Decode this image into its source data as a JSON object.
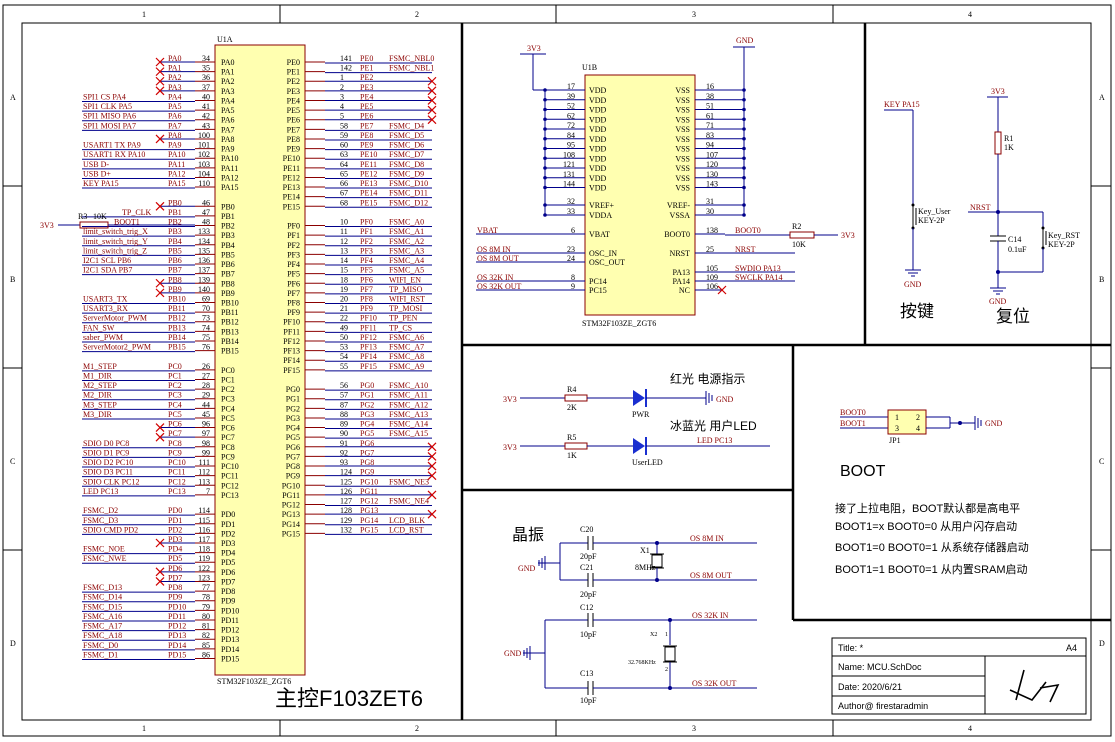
{
  "border": {
    "col_labels": [
      "1",
      "2",
      "3",
      "4"
    ],
    "row_labels": [
      "A",
      "B",
      "C",
      "D"
    ]
  },
  "u1a": {
    "ref": "U1A",
    "part": "STM32F103ZE_ZGT6",
    "title": "主控F103ZET6",
    "left_pins": [
      {
        "name": "PA0",
        "num": "34",
        "net": "",
        "nc": true
      },
      {
        "name": "PA1",
        "num": "35",
        "net": "",
        "nc": true
      },
      {
        "name": "PA2",
        "num": "36",
        "net": "",
        "nc": true
      },
      {
        "name": "PA3",
        "num": "37",
        "net": "",
        "nc": true
      },
      {
        "name": "PA4",
        "num": "40",
        "net": "SPI1 CS PA4",
        "nc": false
      },
      {
        "name": "PA5",
        "num": "41",
        "net": "SPI1 CLK PA5",
        "nc": false
      },
      {
        "name": "PA6",
        "num": "42",
        "net": "SPI1 MISO PA6",
        "nc": false
      },
      {
        "name": "PA7",
        "num": "43",
        "net": "SPI1 MOSI PA7",
        "nc": false
      },
      {
        "name": "PA8",
        "num": "100",
        "net": "",
        "nc": true
      },
      {
        "name": "PA9",
        "num": "101",
        "net": "USART1 TX PA9",
        "nc": false
      },
      {
        "name": "PA10",
        "num": "102",
        "net": "USART1 RX PA10",
        "nc": false
      },
      {
        "name": "PA11",
        "num": "103",
        "net": "USB D-",
        "nc": false
      },
      {
        "name": "PA12",
        "num": "104",
        "net": "USB D+",
        "nc": false
      },
      {
        "name": "PA15",
        "num": "110",
        "net": "KEY PA15",
        "nc": false
      },
      {
        "name": "",
        "num": "",
        "net": "",
        "nc": false
      },
      {
        "name": "PB0",
        "num": "46",
        "net": "",
        "nc": true
      },
      {
        "name": "PB1",
        "num": "47",
        "net": "TP_CLK",
        "nc": false
      },
      {
        "name": "PB2",
        "num": "48",
        "net": "BOOT1",
        "nc": false
      },
      {
        "name": "PB3",
        "num": "133",
        "net": "limit_switch_trig_X",
        "nc": false
      },
      {
        "name": "PB4",
        "num": "134",
        "net": "limit_switch_trig_Y",
        "nc": false
      },
      {
        "name": "PB5",
        "num": "135",
        "net": "limit_switch_trig_Z",
        "nc": false
      },
      {
        "name": "PB6",
        "num": "136",
        "net": "I2C1 SCL PB6",
        "nc": false
      },
      {
        "name": "PB7",
        "num": "137",
        "net": "I2C1 SDA PB7",
        "nc": false
      },
      {
        "name": "PB8",
        "num": "139",
        "net": "",
        "nc": true
      },
      {
        "name": "PB9",
        "num": "140",
        "net": "",
        "nc": true
      },
      {
        "name": "PB10",
        "num": "69",
        "net": "USART3_TX",
        "nc": false
      },
      {
        "name": "PB11",
        "num": "70",
        "net": "USART3_RX",
        "nc": false
      },
      {
        "name": "PB12",
        "num": "73",
        "net": "ServerMotor_PWM",
        "nc": false
      },
      {
        "name": "PB13",
        "num": "74",
        "net": "FAN_SW",
        "nc": false
      },
      {
        "name": "PB14",
        "num": "75",
        "net": "saber_PWM",
        "nc": false
      },
      {
        "name": "PB15",
        "num": "76",
        "net": "ServerMotor2_PWM",
        "nc": false
      },
      {
        "name": "",
        "num": "",
        "net": "",
        "nc": false
      },
      {
        "name": "PC0",
        "num": "26",
        "net": "M1_STEP",
        "nc": false
      },
      {
        "name": "PC1",
        "num": "27",
        "net": "M1_DIR",
        "nc": false
      },
      {
        "name": "PC2",
        "num": "28",
        "net": "M2_STEP",
        "nc": false
      },
      {
        "name": "PC3",
        "num": "29",
        "net": "M2_DIR",
        "nc": false
      },
      {
        "name": "PC4",
        "num": "44",
        "net": "M3_STEP",
        "nc": false
      },
      {
        "name": "PC5",
        "num": "45",
        "net": "M3_DIR",
        "nc": false
      },
      {
        "name": "PC6",
        "num": "96",
        "net": "",
        "nc": true
      },
      {
        "name": "PC7",
        "num": "97",
        "net": "",
        "nc": true
      },
      {
        "name": "PC8",
        "num": "98",
        "net": "SDIO D0 PC8",
        "nc": false
      },
      {
        "name": "PC9",
        "num": "99",
        "net": "SDIO D1 PC9",
        "nc": false
      },
      {
        "name": "PC10",
        "num": "111",
        "net": "SDIO D2 PC10",
        "nc": false
      },
      {
        "name": "PC11",
        "num": "112",
        "net": "SDIO D3 PC11",
        "nc": false
      },
      {
        "name": "PC12",
        "num": "113",
        "net": "SDIO CLK PC12",
        "nc": false
      },
      {
        "name": "PC13",
        "num": "7",
        "net": "LED PC13",
        "nc": false
      },
      {
        "name": "",
        "num": "",
        "net": "",
        "nc": false
      },
      {
        "name": "PD0",
        "num": "114",
        "net": "FSMC_D2",
        "nc": false
      },
      {
        "name": "PD1",
        "num": "115",
        "net": "FSMC_D3",
        "nc": false
      },
      {
        "name": "PD2",
        "num": "116",
        "net": "SDIO CMD PD2",
        "nc": false
      },
      {
        "name": "PD3",
        "num": "117",
        "net": "",
        "nc": true
      },
      {
        "name": "PD4",
        "num": "118",
        "net": "FSMC_NOE",
        "nc": false
      },
      {
        "name": "PD5",
        "num": "119",
        "net": "FSMC_NWE",
        "nc": false
      },
      {
        "name": "PD6",
        "num": "122",
        "net": "",
        "nc": true
      },
      {
        "name": "PD7",
        "num": "123",
        "net": "",
        "nc": true
      },
      {
        "name": "PD8",
        "num": "77",
        "net": "FSMC_D13",
        "nc": false
      },
      {
        "name": "PD9",
        "num": "78",
        "net": "FSMC_D14",
        "nc": false
      },
      {
        "name": "PD10",
        "num": "79",
        "net": "FSMC_D15",
        "nc": false
      },
      {
        "name": "PD11",
        "num": "80",
        "net": "FSMC_A16",
        "nc": false
      },
      {
        "name": "PD12",
        "num": "81",
        "net": "FSMC_A17",
        "nc": false
      },
      {
        "name": "PD13",
        "num": "82",
        "net": "FSMC_A18",
        "nc": false
      },
      {
        "name": "PD14",
        "num": "85",
        "net": "FSMC_D0",
        "nc": false
      },
      {
        "name": "PD15",
        "num": "86",
        "net": "FSMC_D1",
        "nc": false
      }
    ],
    "right_pins": [
      {
        "name": "PE0",
        "num": "141",
        "sig": "PE0",
        "net": "FSMC_NBL0",
        "nc": false
      },
      {
        "name": "PE1",
        "num": "142",
        "sig": "PE1",
        "net": "FSMC_NBL1",
        "nc": false
      },
      {
        "name": "PE2",
        "num": "1",
        "sig": "PE2",
        "net": "",
        "nc": true
      },
      {
        "name": "PE3",
        "num": "2",
        "sig": "PE3",
        "net": "",
        "nc": true
      },
      {
        "name": "PE4",
        "num": "3",
        "sig": "PE4",
        "net": "",
        "nc": true
      },
      {
        "name": "PE5",
        "num": "4",
        "sig": "PE5",
        "net": "",
        "nc": true
      },
      {
        "name": "PE6",
        "num": "5",
        "sig": "PE6",
        "net": "",
        "nc": true
      },
      {
        "name": "PE7",
        "num": "58",
        "sig": "PE7",
        "net": "FSMC_D4",
        "nc": false
      },
      {
        "name": "PE8",
        "num": "59",
        "sig": "PE8",
        "net": "FSMC_D5",
        "nc": false
      },
      {
        "name": "PE9",
        "num": "60",
        "sig": "PE9",
        "net": "FSMC_D6",
        "nc": false
      },
      {
        "name": "PE10",
        "num": "63",
        "sig": "PE10",
        "net": "FSMC_D7",
        "nc": false
      },
      {
        "name": "PE11",
        "num": "64",
        "sig": "PE11",
        "net": "FSMC_D8",
        "nc": false
      },
      {
        "name": "PE12",
        "num": "65",
        "sig": "PE12",
        "net": "FSMC_D9",
        "nc": false
      },
      {
        "name": "PE13",
        "num": "66",
        "sig": "PE13",
        "net": "FSMC_D10",
        "nc": false
      },
      {
        "name": "PE14",
        "num": "67",
        "sig": "PE14",
        "net": "FSMC_D11",
        "nc": false
      },
      {
        "name": "PE15",
        "num": "68",
        "sig": "PE15",
        "net": "FSMC_D12",
        "nc": false
      },
      {
        "name": "",
        "num": "",
        "sig": "",
        "net": "",
        "nc": false
      },
      {
        "name": "PF0",
        "num": "10",
        "sig": "PF0",
        "net": "FSMC_A0",
        "nc": false
      },
      {
        "name": "PF1",
        "num": "11",
        "sig": "PF1",
        "net": "FSMC_A1",
        "nc": false
      },
      {
        "name": "PF2",
        "num": "12",
        "sig": "PF2",
        "net": "FSMC_A2",
        "nc": false
      },
      {
        "name": "PF3",
        "num": "13",
        "sig": "PF3",
        "net": "FSMC_A3",
        "nc": false
      },
      {
        "name": "PF4",
        "num": "14",
        "sig": "PF4",
        "net": "FSMC_A4",
        "nc": false
      },
      {
        "name": "PF5",
        "num": "15",
        "sig": "PF5",
        "net": "FSMC_A5",
        "nc": false
      },
      {
        "name": "PF6",
        "num": "18",
        "sig": "PF6",
        "net": "WIFI_EN",
        "nc": false
      },
      {
        "name": "PF7",
        "num": "19",
        "sig": "PF7",
        "net": "TP_MISO",
        "nc": false
      },
      {
        "name": "PF8",
        "num": "20",
        "sig": "PF8",
        "net": "WIFI_RST",
        "nc": false
      },
      {
        "name": "PF9",
        "num": "21",
        "sig": "PF9",
        "net": "TP_MOSI",
        "nc": false
      },
      {
        "name": "PF10",
        "num": "22",
        "sig": "PF10",
        "net": "TP_PEN",
        "nc": false
      },
      {
        "name": "PF11",
        "num": "49",
        "sig": "PF11",
        "net": "TP_CS",
        "nc": false
      },
      {
        "name": "PF12",
        "num": "50",
        "sig": "PF12",
        "net": "FSMC_A6",
        "nc": false
      },
      {
        "name": "PF13",
        "num": "53",
        "sig": "PF13",
        "net": "FSMC_A7",
        "nc": false
      },
      {
        "name": "PF14",
        "num": "54",
        "sig": "PF14",
        "net": "FSMC_A8",
        "nc": false
      },
      {
        "name": "PF15",
        "num": "55",
        "sig": "PF15",
        "net": "FSMC_A9",
        "nc": false
      },
      {
        "name": "",
        "num": "",
        "sig": "",
        "net": "",
        "nc": false
      },
      {
        "name": "PG0",
        "num": "56",
        "sig": "PG0",
        "net": "FSMC_A10",
        "nc": false
      },
      {
        "name": "PG1",
        "num": "57",
        "sig": "PG1",
        "net": "FSMC_A11",
        "nc": false
      },
      {
        "name": "PG2",
        "num": "87",
        "sig": "PG2",
        "net": "FSMC_A12",
        "nc": false
      },
      {
        "name": "PG3",
        "num": "88",
        "sig": "PG3",
        "net": "FSMC_A13",
        "nc": false
      },
      {
        "name": "PG4",
        "num": "89",
        "sig": "PG4",
        "net": "FSMC_A14",
        "nc": false
      },
      {
        "name": "PG5",
        "num": "90",
        "sig": "PG5",
        "net": "FSMC_A15",
        "nc": false
      },
      {
        "name": "PG6",
        "num": "91",
        "sig": "PG6",
        "net": "",
        "nc": true
      },
      {
        "name": "PG7",
        "num": "92",
        "sig": "PG7",
        "net": "",
        "nc": true
      },
      {
        "name": "PG8",
        "num": "93",
        "sig": "PG8",
        "net": "",
        "nc": true
      },
      {
        "name": "PG9",
        "num": "124",
        "sig": "PG9",
        "net": "",
        "nc": true
      },
      {
        "name": "PG10",
        "num": "125",
        "sig": "PG10",
        "net": "FSMC_NE3",
        "nc": false
      },
      {
        "name": "PG11",
        "num": "126",
        "sig": "PG11",
        "net": "",
        "nc": true
      },
      {
        "name": "PG12",
        "num": "127",
        "sig": "PG12",
        "net": "FSMC_NE4",
        "nc": false
      },
      {
        "name": "PG13",
        "num": "128",
        "sig": "PG13",
        "net": "",
        "nc": true
      },
      {
        "name": "PG14",
        "num": "129",
        "sig": "PG14",
        "net": "LCD_BLK",
        "nc": false
      },
      {
        "name": "PG15",
        "num": "132",
        "sig": "PG15",
        "net": "LCD_RST",
        "nc": false
      }
    ],
    "r3": {
      "ref": "R3",
      "value": "10K",
      "net": "3V3"
    }
  },
  "u1b": {
    "ref": "U1B",
    "part": "STM32F103ZE_ZGT6",
    "supply_left_top": "3V3",
    "supply_right_top": "GND",
    "left_pins": [
      {
        "name": "VDD",
        "num": "17"
      },
      {
        "name": "VDD",
        "num": "39"
      },
      {
        "name": "VDD",
        "num": "52"
      },
      {
        "name": "VDD",
        "num": "62"
      },
      {
        "name": "VDD",
        "num": "72"
      },
      {
        "name": "VDD",
        "num": "84"
      },
      {
        "name": "VDD",
        "num": "95"
      },
      {
        "name": "VDD",
        "num": "108"
      },
      {
        "name": "VDD",
        "num": "121"
      },
      {
        "name": "VDD",
        "num": "131"
      },
      {
        "name": "VDD",
        "num": "144"
      }
    ],
    "right_pins": [
      {
        "name": "VSS",
        "num": "16"
      },
      {
        "name": "VSS",
        "num": "38"
      },
      {
        "name": "VSS",
        "num": "51"
      },
      {
        "name": "VSS",
        "num": "61"
      },
      {
        "name": "VSS",
        "num": "71"
      },
      {
        "name": "VSS",
        "num": "83"
      },
      {
        "name": "VSS",
        "num": "94"
      },
      {
        "name": "VSS",
        "num": "107"
      },
      {
        "name": "VSS",
        "num": "120"
      },
      {
        "name": "VSS",
        "num": "130"
      },
      {
        "name": "VSS",
        "num": "143"
      }
    ],
    "left_extra": [
      {
        "name": "VREF+",
        "num": "32",
        "net": ""
      },
      {
        "name": "VDDA",
        "num": "33",
        "net": ""
      },
      {
        "name": "VBAT",
        "num": "6",
        "net": "VBAT"
      },
      {
        "name": "OSC_IN",
        "num": "23",
        "net": "OS 8M IN"
      },
      {
        "name": "OSC_OUT",
        "num": "24",
        "net": "OS 8M OUT"
      },
      {
        "name": "PC14",
        "num": "8",
        "net": "OS 32K IN"
      },
      {
        "name": "PC15",
        "num": "9",
        "net": "OS 32K OUT"
      }
    ],
    "right_extra": [
      {
        "name": "VREF-",
        "num": "31",
        "net": ""
      },
      {
        "name": "VSSA",
        "num": "30",
        "net": ""
      },
      {
        "name": "BOOT0",
        "num": "138",
        "net": "BOOT0"
      },
      {
        "name": "NRST",
        "num": "25",
        "net": "NRST"
      },
      {
        "name": "PA13",
        "num": "105",
        "net": "SWDIO PA13"
      },
      {
        "name": "PA14",
        "num": "109",
        "net": "SWCLK PA14"
      },
      {
        "name": "NC",
        "num": "106",
        "net": ""
      }
    ],
    "r2": {
      "ref": "R2",
      "value": "10K",
      "net": "3V3"
    }
  },
  "keys": {
    "key_net": "KEY PA15",
    "key_ref": "Key_User",
    "key_part": "KEY-2P",
    "key_gnd": "GND",
    "key_caption": "按键",
    "rst_vcc": "3V3",
    "r1_ref": "R1",
    "r1_value": "1K",
    "nrst": "NRST",
    "c14_ref": "C14",
    "c14_value": "0.1uF",
    "rst_key_ref": "Key_RST",
    "rst_key_part": "KEY-2P",
    "rst_gnd": "GND",
    "rst_caption": "复位"
  },
  "leds": {
    "note1": "红光  电源指示",
    "note2": "冰蓝光  用户LED",
    "pwr_vcc": "3V3",
    "r4_ref": "R4",
    "r4_value": "2K",
    "pwr_led": "PWR",
    "pwr_gnd": "GND",
    "usr_vcc": "3V3",
    "r5_ref": "R5",
    "r5_value": "1K",
    "usr_led": "UserLED",
    "usr_net": "LED PC13"
  },
  "crystal": {
    "title": "晶振",
    "c20_ref": "C20",
    "c20_value": "20pF",
    "c21_ref": "C21",
    "c21_value": "20pF",
    "x1_ref": "X1",
    "x1_value": "8MHz",
    "os8m_in": "OS 8M IN",
    "os8m_out": "OS 8M OUT",
    "gnd1": "GND",
    "c12_ref": "C12",
    "c12_value": "10pF",
    "c13_ref": "C13",
    "c13_value": "10pF",
    "x2_ref": "X2",
    "x2_value": "32.768KHz",
    "x2_pin1": "1",
    "x2_pin2": "2",
    "os32k_in": "OS 32K IN",
    "os32k_out": "OS 32K OUT",
    "gnd2": "GND"
  },
  "boot": {
    "boot0": "BOOT0",
    "boot1": "BOOT1",
    "jp_ref": "JP1",
    "pins": [
      "1",
      "2",
      "3",
      "4"
    ],
    "gnd": "GND",
    "title": "BOOT",
    "notes": [
      "接了上拉电阻，BOOT默认都是高电平",
      "BOOT1=x  BOOT0=0  从用户闪存启动",
      "BOOT1=0  BOOT0=1  从系统存储器启动",
      "BOOT1=1  BOOT0=1  从内置SRAM启动"
    ]
  },
  "title_block": {
    "title": "Title: *",
    "size": "A4",
    "name": "Name:  MCU.SchDoc",
    "date": "Date:  2020/6/21",
    "author": "Author@  firestaradmin"
  }
}
